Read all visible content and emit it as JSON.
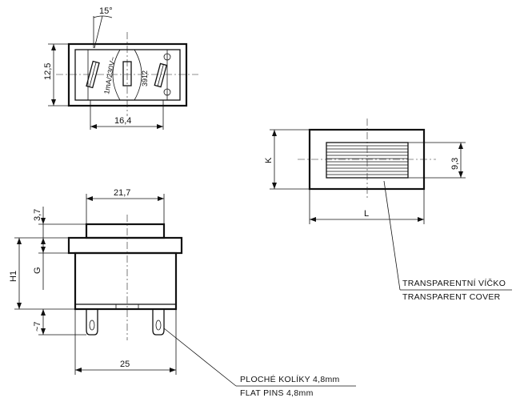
{
  "dimensions": {
    "angle": "15°",
    "height_top": "12,5",
    "width_top": "16,4",
    "width_body": "21,7",
    "width_flange": "25",
    "cap_height": "3,7",
    "pin_length": "~7",
    "flange_g": "G",
    "total_h1": "H1",
    "front_k": "K",
    "front_l": "L",
    "window_height": "9,3"
  },
  "markings": {
    "rating": "1mA/230V~",
    "code": "3912"
  },
  "labels": {
    "cover_cz": "TRANSPARENTNÍ VÍČKO",
    "cover_en": "TRANSPARENT COVER",
    "pins_cz": "PLOCHÉ KOLÍKY 4,8mm",
    "pins_en": "FLAT PINS 4,8mm"
  }
}
